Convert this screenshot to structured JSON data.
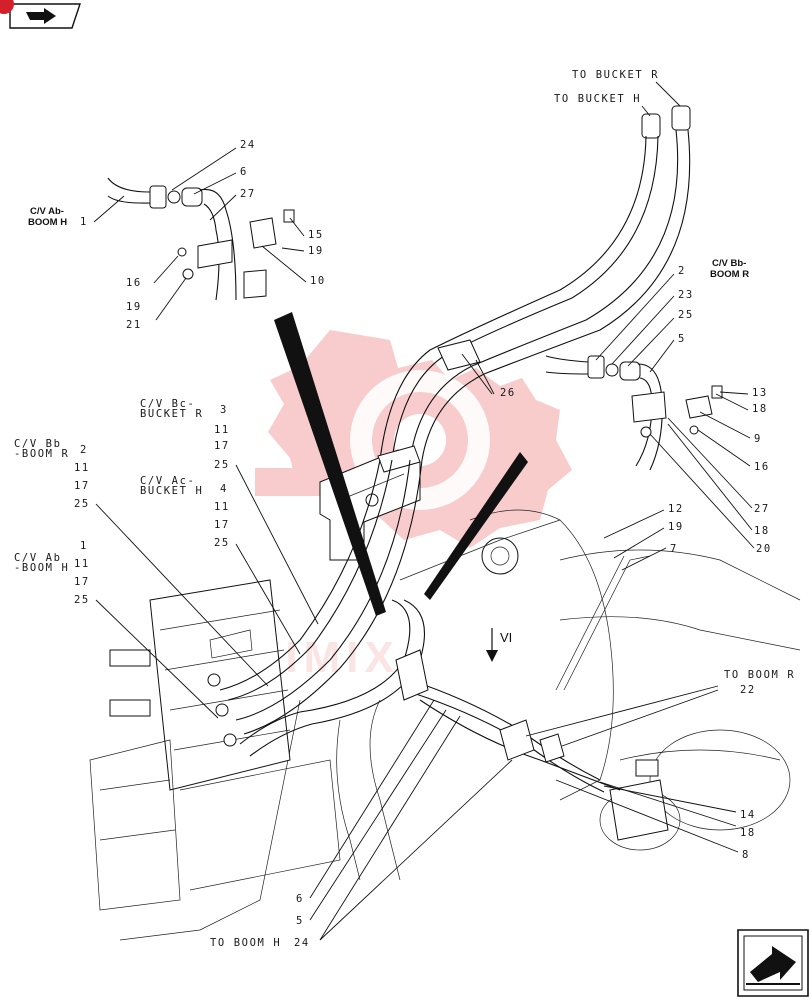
{
  "nav": {
    "back_icon": "back-arrow-icon",
    "next_icon": "next-page-arrow-icon",
    "badge_color": "#d4202a"
  },
  "watermark": {
    "logo_icon": "gear-watermark-icon",
    "text": "VIMIX",
    "color": "#f2a0a0"
  },
  "view_marker": "VI",
  "captions": {
    "cv_ab_boom_h_1": "C/V Ab-",
    "cv_ab_boom_h_2": "BOOM H",
    "cv_bb_boom_r_1": "C/V Bb-",
    "cv_bb_boom_r_2": "BOOM R"
  },
  "labels": {
    "to_bucket_r": "TO BUCKET R",
    "to_bucket_h": "TO BUCKET H",
    "to_boom_r": "TO BOOM R",
    "to_boom_h": "TO BOOM H",
    "cv_bc_bucket_r_1": "C/V Bc-",
    "cv_bc_bucket_r_2": "BUCKET R",
    "cv_bb_boom_r_1": "C/V Bb",
    "cv_bb_boom_r_2": "-BOOM R",
    "cv_ac_bucket_h_1": "C/V Ac-",
    "cv_ac_bucket_h_2": "BUCKET H",
    "cv_ab_boom_h_1": "C/V Ab",
    "cv_ab_boom_h_2": "-BOOM H"
  },
  "callouts": {
    "tl_24": "24",
    "tl_6": "6",
    "tl_27": "27",
    "tl_1": "1",
    "tl_15": "15",
    "tl_19a": "19",
    "tl_10": "10",
    "tl_16": "16",
    "tl_19b": "19",
    "tl_21": "21",
    "tr_2": "2",
    "tr_23": "23",
    "tr_25": "25",
    "tr_5": "5",
    "tr_13": "13",
    "tr_18": "18",
    "tr_9": "9",
    "tr_16": "16",
    "c_26": "26",
    "c_27": "27",
    "c_18": "18",
    "c_20": "20",
    "c_12": "12",
    "c_19": "19",
    "c_7": "7",
    "l_3": "3",
    "l_11a": "11",
    "l_17a": "17",
    "l_25a": "25",
    "l_2": "2",
    "l_11b": "11",
    "l_17b": "17",
    "l_25b": "25",
    "l_4": "4",
    "l_11c": "11",
    "l_17c": "17",
    "l_25c": "25",
    "l_1": "1",
    "l_11d": "11",
    "l_17d": "17",
    "l_25d": "25",
    "r_22": "22",
    "r_14": "14",
    "r_18": "18",
    "r_8": "8",
    "b_6": "6",
    "b_5": "5",
    "b_24": "24"
  }
}
